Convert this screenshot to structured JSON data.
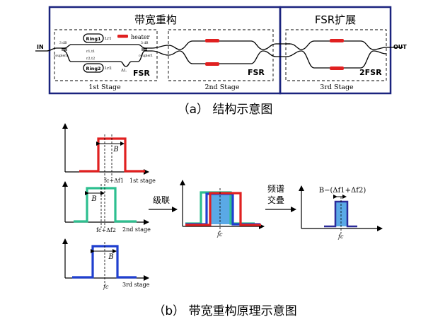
{
  "panel_a": {
    "title_left": "带宽重构",
    "title_right": "FSR扩展",
    "port_in": "IN",
    "port_out": "OUT",
    "coupler_top_label": "3 dB",
    "coupler_bottom_label": "coupler1",
    "coupler_top_label_2": "3 dB",
    "coupler_bottom_label_2": "coupler1",
    "ring1_label": "Ring1",
    "ring1_length": "Lr1",
    "ring2_label": "Ring2",
    "ring2_length": "Lr2",
    "coeff_r1t1": "r1,t1",
    "coeff_r2t2": "r2,t2",
    "delta_l": "ΔL",
    "legend_heater": "heater",
    "fsr_label_1": "FSR",
    "fsr_label_2": "FSR",
    "fsr_label_3": "2FSR",
    "stage_1": "1st Stage",
    "stage_2": "2nd Stage",
    "stage_3": "3rd Stage",
    "caption": "（a） 结构示意图"
  },
  "panel_b": {
    "bandwidth_symbol": "B",
    "stage1_freq": "fc+Δf1",
    "stage1_name": "1st stage",
    "stage2_freq": "fc+Δf2",
    "stage2_name": "2nd stage",
    "stage3_freq": "fc",
    "stage3_name": "3rd stage",
    "cascade_label": "级联",
    "overlap_label_1": "频谱",
    "overlap_label_2": "交叠",
    "cascade_fc": "fc",
    "result_fc": "fc",
    "result_label": "B−(Δf1+Δf2)",
    "caption": "（b） 带宽重构原理示意图"
  },
  "colors": {
    "frame": "#1a237e",
    "heater": "#e02020",
    "stage1": "#e02020",
    "stage2": "#2dbf8f",
    "stage3": "#1f3fcf",
    "fill": "#5aa9e6"
  }
}
